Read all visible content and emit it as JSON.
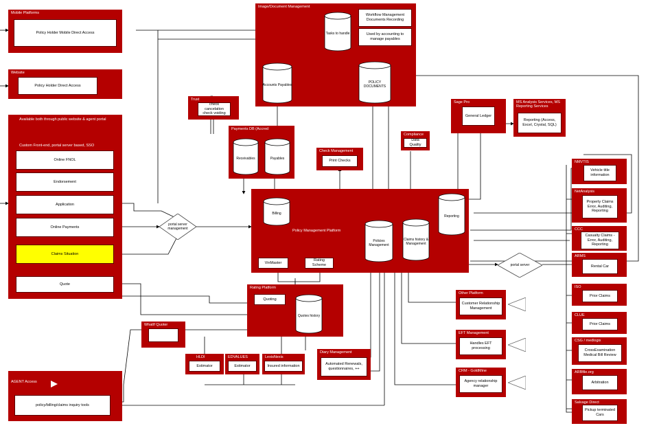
{
  "mobile": {
    "title": "Mobile Platforms",
    "box": "Policy Holder Mobile Direct Access"
  },
  "website": {
    "title": "Website",
    "box": "Policy Holder Direct Access"
  },
  "portal": {
    "title": "Available both through public website & agent portal",
    "subtitle": "Custom Front-end, portal server based, SSO",
    "items": [
      "Online FNOL",
      "Endorsement",
      "Application",
      "Online Payments",
      "Claims Situation"
    ],
    "quote": "Quote"
  },
  "portal_server": "portal server management",
  "portal_server_right": "portal server",
  "image_doc": {
    "title": "Image/Document Management",
    "tasks": "Tasks to handle",
    "workflow": "Workflow Management Documents Recording",
    "accounting_note": "Used by accounting to manage payables",
    "accounts_payables": "Accounts Payables",
    "policy_documents": "POLICY DOCUMENTS"
  },
  "trust": {
    "title": "Trust",
    "box": "check cancelation check voiding"
  },
  "payments_db": {
    "title": "Payments DB (Accred",
    "receivables": "Receivables",
    "payables": "Payables"
  },
  "check_mgmt": {
    "title": "Check Management",
    "box": "Print Checks"
  },
  "sage": {
    "title": "Sage Pro",
    "box": "General Ledger"
  },
  "ms_analysis": {
    "title": "MS Analysis Services, MS Reporting Services",
    "box": "Reporting (Access, Excel, Crystal, SQL)"
  },
  "compliance": {
    "title": "Compliance",
    "box": "Data Quality"
  },
  "pmp": {
    "title": "Policy Management Platform",
    "billing": "Billing",
    "policies": "Policies Management",
    "claims": "Claims history & Management",
    "reporting": "Reporting",
    "vinmaster": "VinMaster",
    "rating_scheme": "Rating Scheme"
  },
  "rating": {
    "title": "Rating Platform",
    "quoting": "Quoting",
    "quotes_history": "Quotes history"
  },
  "whatif": {
    "title": "WhatIf Quoter"
  },
  "hlid": {
    "title": "HLDI",
    "box": "Estimator"
  },
  "edvalues": {
    "title": "EDVALUES",
    "box": "Estimator"
  },
  "lexisnexis": {
    "title": "LexisNexis",
    "box": "Insured information"
  },
  "diary": {
    "title": "Diary Management",
    "box": "Automated Renewals, questionnaires, ++"
  },
  "agent": {
    "title": "AGENT Access",
    "box": "policy/billing/claims inquiry tools"
  },
  "crm_other": {
    "title": "Other Platform",
    "box": "Customer Relationship Management"
  },
  "eft": {
    "title": "EFT Management",
    "box": "Handles EFT processing"
  },
  "crm": {
    "title": "CRM - GoldMine",
    "box": "Agency relationship manager"
  },
  "right": [
    {
      "title": "NMVTIS",
      "box": "Vehicle title information"
    },
    {
      "title": "NetAnalysis",
      "box": "Property Claims Error, Auditing, Reporting"
    },
    {
      "title": "CCC",
      "box": "Casualty Claims - Error, Auditing, Reporting"
    },
    {
      "title": "ARMS",
      "box": "Rental Car"
    },
    {
      "title": "ISO",
      "box": "Prior Claims"
    },
    {
      "title": "CLUE",
      "box": "Prior Claims"
    },
    {
      "title": "CSG / medlogix",
      "box": "CrossExamination Medical Bill Review"
    },
    {
      "title": "ARBfile.org",
      "box": "Arbitration"
    },
    {
      "title": "Salvage Direct",
      "box": "Pickup terminated Cars"
    }
  ],
  "colors": {
    "red": "#b40000",
    "yellow": "#ffff00"
  }
}
